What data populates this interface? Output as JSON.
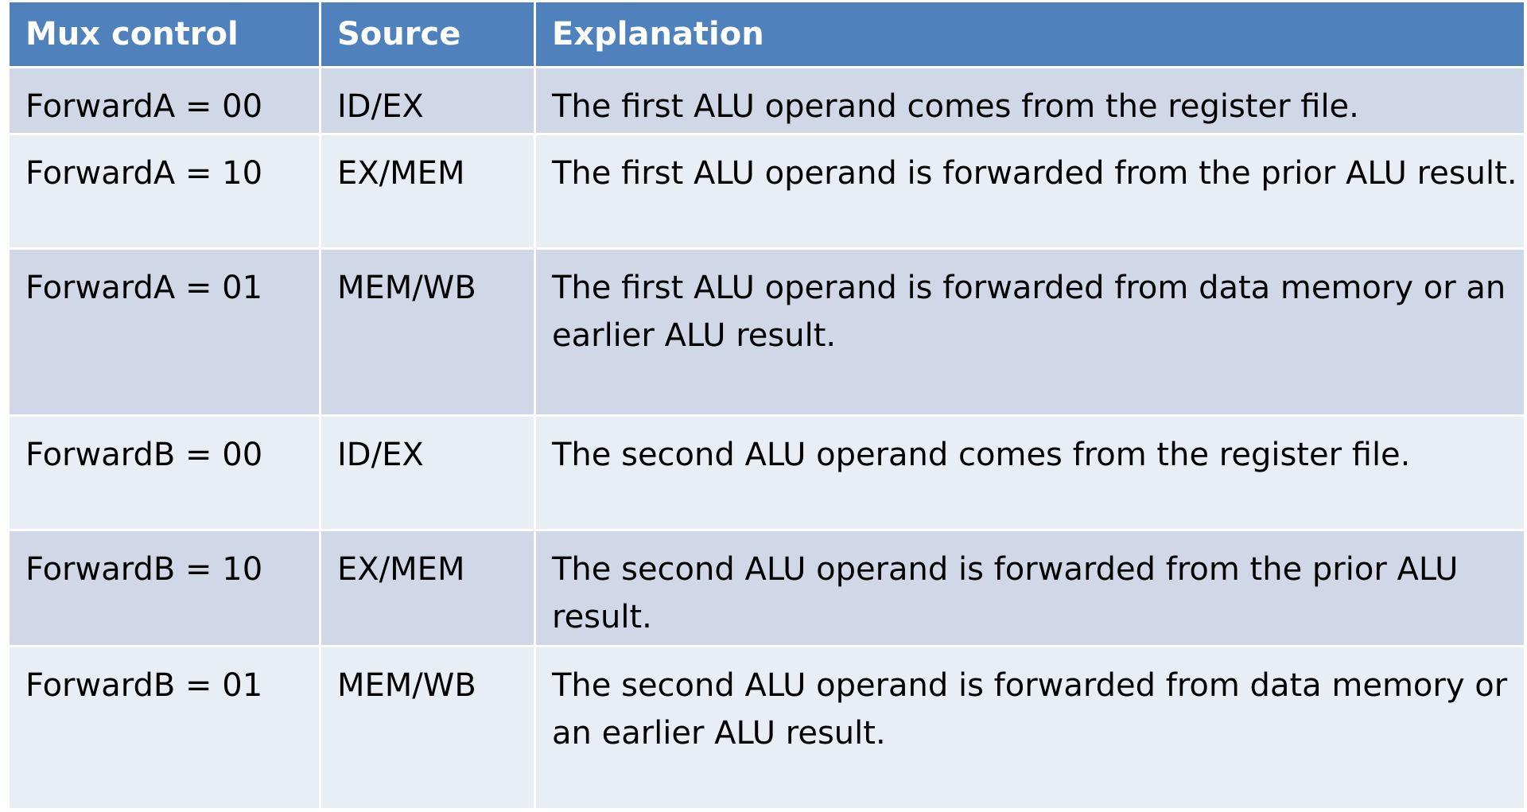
{
  "table": {
    "headers": {
      "mux_control": "Mux control",
      "source": "Source",
      "explanation": "Explanation"
    },
    "rows": [
      {
        "mux_control": "ForwardA = 00",
        "source": "ID/EX",
        "explanation": "The first ALU operand comes from the register file."
      },
      {
        "mux_control": "ForwardA = 10",
        "source": "EX/MEM",
        "explanation": "The first ALU operand is forwarded from the prior ALU result."
      },
      {
        "mux_control": "ForwardA = 01",
        "source": "MEM/WB",
        "explanation": "The first ALU operand is forwarded from data memory or an earlier ALU result."
      },
      {
        "mux_control": "ForwardB = 00",
        "source": "ID/EX",
        "explanation": "The second ALU operand comes from the register file."
      },
      {
        "mux_control": "ForwardB = 10",
        "source": "EX/MEM",
        "explanation": "The second ALU operand is forwarded from the prior ALU result."
      },
      {
        "mux_control": "ForwardB = 01",
        "source": "MEM/WB",
        "explanation": "The second ALU operand is forwarded from data memory or an earlier ALU result."
      }
    ]
  },
  "colors": {
    "header_bg": "#4f81bd",
    "header_text": "#ffffff",
    "row_band_dark": "#d0d8e8",
    "row_band_light": "#e9edf4",
    "grid_lines": "#ffffff"
  }
}
